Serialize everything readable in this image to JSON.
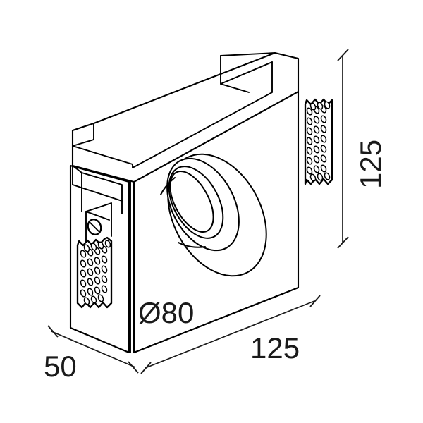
{
  "drawing": {
    "type": "technical-product-drawing",
    "subject": "square recessed wall luminaire with trim flange and perforated spring clips",
    "projection": "isometric",
    "background_color": "#ffffff",
    "line_color": "#000000",
    "text_color": "#1a1a1a",
    "units": "mm"
  },
  "dimensions": {
    "height": {
      "label": "125",
      "orientation": "vertical-right",
      "text_rotation_deg": -90
    },
    "width": {
      "label": "125",
      "orientation": "bottom-right-diagonal"
    },
    "depth": {
      "label": "50",
      "orientation": "bottom-left-diagonal"
    },
    "aperture": {
      "label": "Ø80",
      "symbol": "Ø",
      "value": "80",
      "orientation": "horizontal-front-face"
    }
  },
  "parts": {
    "body": "square housing box",
    "trim": "L-shaped raised trim flange",
    "cone": "conical lamp recess",
    "clip_left": "perforated spring clip with screw",
    "clip_right": "perforated spring clip"
  }
}
